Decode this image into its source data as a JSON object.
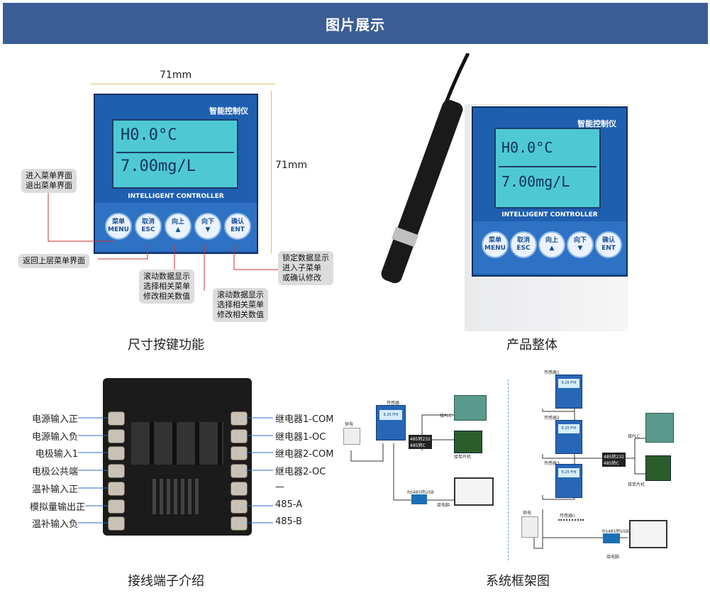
{
  "banner": {
    "title": "图片展示"
  },
  "captions": {
    "size_keys": "尺寸按键功能",
    "product": "产品整体",
    "wiring": "接线端子介绍",
    "system": "系统框架图"
  },
  "panel1": {
    "width_dim": "71mm",
    "height_dim": "71mm",
    "brand": "智能控制仪",
    "lcd_line1": "H0.0°C",
    "lcd_line2": "7.00mg/L",
    "controller_name": "INTELLIGENT CONTROLLER",
    "buttons": [
      {
        "cn": "菜单",
        "en": "MENU"
      },
      {
        "cn": "取消",
        "en": "ESC"
      },
      {
        "cn": "向上",
        "en": "▲"
      },
      {
        "cn": "向下",
        "en": "▼"
      },
      {
        "cn": "确认",
        "en": "ENT"
      }
    ],
    "notes": {
      "menu": "进入菜单界面\n退出菜单界面",
      "esc": "返回上层菜单界面",
      "up": "滚动数据显示\n选择相关菜单\n修改相关数值",
      "down": "滚动数据显示\n选择相关菜单\n修改相关数值",
      "ent": "锁定数据显示\n进入子菜单\n或确认修改"
    }
  },
  "panel2": {
    "brand": "智能控制仪",
    "lcd_line1": "H0.0°C",
    "lcd_line2": "7.00mg/L",
    "controller_name": "INTELLIGENT CONTROLLER",
    "buttons": [
      {
        "cn": "菜单",
        "en": "MENU"
      },
      {
        "cn": "取消",
        "en": "ESC"
      },
      {
        "cn": "向上",
        "en": "▲"
      },
      {
        "cn": "向下",
        "en": "▼"
      },
      {
        "cn": "确认",
        "en": "ENT"
      }
    ]
  },
  "terminals": {
    "left": [
      "电源输入正",
      "电源输入负",
      "电极输入1",
      "电极公共端",
      "温补输入正",
      "模拟量输出正",
      "温补输入负"
    ],
    "right": [
      "继电器1-COM",
      "继电器1-OC",
      "继电器2-COM",
      "继电器2-OC",
      "—",
      "485-A",
      "485-B"
    ]
  },
  "system1": {
    "sensor": "传感器",
    "power": "供电",
    "plc": "接PLC",
    "mcu": "接单片机",
    "bus": "485转232\n485转C",
    "usb": "RS485转USB",
    "pc": "接电脑",
    "screen_value": "6.25 FHI"
  },
  "system2": {
    "sensor1": "传感器1",
    "sensor2": "传感器2",
    "sensor3": "传感器3",
    "sensorn": "传感器n",
    "power": "供电",
    "plc": "接PLC",
    "mcu": "接单片机",
    "bus": "485转232\n485转C",
    "usb": "RS485转USB",
    "pc": "接电脑",
    "screen_value": "6.25 FHI"
  }
}
